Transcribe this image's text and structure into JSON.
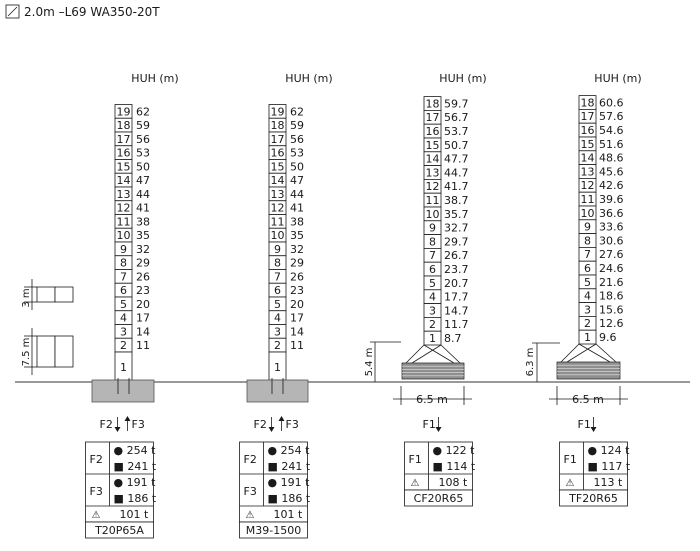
{
  "header": {
    "title": "2.0m –L69  WA350-20T"
  },
  "huh_label": "HUH (m)",
  "dims": {
    "seg3": "3 m",
    "seg75": "7.5 m",
    "d54": "5.4 m",
    "d63": "6.3 m",
    "w65": "6.5 m"
  },
  "cranes": [
    {
      "model": "T20P65A",
      "sections": [
        "1",
        "2",
        "3",
        "4",
        "5",
        "6",
        "7",
        "8",
        "9",
        "10",
        "11",
        "12",
        "13",
        "14",
        "15",
        "16",
        "17",
        "18",
        "19"
      ],
      "heights": [
        "",
        "11",
        "14",
        "17",
        "20",
        "23",
        "26",
        "29",
        "32",
        "35",
        "38",
        "41",
        "44",
        "47",
        "50",
        "53",
        "56",
        "59",
        "62"
      ],
      "forces": [
        "F2",
        "F3"
      ],
      "table": {
        "f2": "F2",
        "f2a": "254 t",
        "f2b": "241 t",
        "f3": "F3",
        "f3a": "191 t",
        "f3b": "186 t",
        "c": "101 t"
      }
    },
    {
      "model": "M39-1500",
      "sections": [
        "1",
        "2",
        "3",
        "4",
        "5",
        "6",
        "7",
        "8",
        "9",
        "10",
        "11",
        "12",
        "13",
        "14",
        "15",
        "16",
        "17",
        "18",
        "19"
      ],
      "heights": [
        "",
        "11",
        "14",
        "17",
        "20",
        "23",
        "26",
        "29",
        "32",
        "35",
        "38",
        "41",
        "44",
        "47",
        "50",
        "53",
        "56",
        "59",
        "62"
      ],
      "forces": [
        "F2",
        "F3"
      ],
      "table": {
        "f2": "F2",
        "f2a": "254 t",
        "f2b": "241 t",
        "f3": "F3",
        "f3a": "191 t",
        "f3b": "186 t",
        "c": "101 t"
      }
    },
    {
      "model": "CF20R65",
      "sections": [
        "1",
        "2",
        "3",
        "4",
        "5",
        "6",
        "7",
        "8",
        "9",
        "10",
        "11",
        "12",
        "13",
        "14",
        "15",
        "16",
        "17",
        "18"
      ],
      "heights": [
        "8.7",
        "11.7",
        "14.7",
        "17.7",
        "20.7",
        "23.7",
        "26.7",
        "29.7",
        "32.7",
        "35.7",
        "38.7",
        "41.7",
        "44.7",
        "47.7",
        "50.7",
        "53.7",
        "56.7",
        "59.7"
      ],
      "forces": [
        "F1"
      ],
      "table": {
        "f1": "F1",
        "f1a": "122 t",
        "f1b": "114 t",
        "c": "108 t"
      }
    },
    {
      "model": "TF20R65",
      "sections": [
        "1",
        "2",
        "3",
        "4",
        "5",
        "6",
        "7",
        "8",
        "9",
        "10",
        "11",
        "12",
        "13",
        "14",
        "15",
        "16",
        "17",
        "18"
      ],
      "heights": [
        "9.6",
        "12.6",
        "15.6",
        "18.6",
        "21.6",
        "24.6",
        "27.6",
        "30.6",
        "33.6",
        "36.6",
        "39.6",
        "42.6",
        "45.6",
        "48.6",
        "51.6",
        "54.6",
        "57.6",
        "60.6"
      ],
      "forces": [
        "F1"
      ],
      "table": {
        "f1": "F1",
        "f1a": "124 t",
        "f1b": "117 t",
        "c": "113 t"
      }
    }
  ]
}
